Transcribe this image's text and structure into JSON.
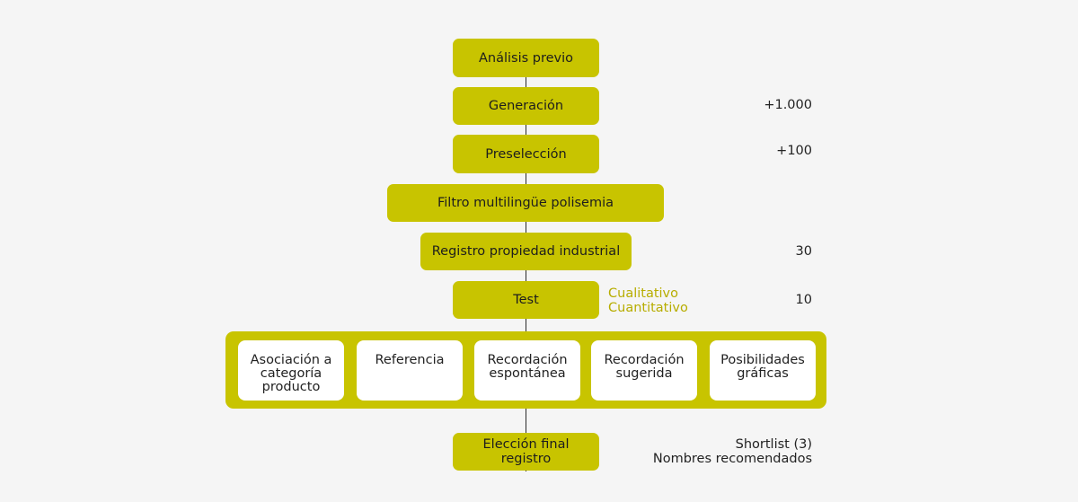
{
  "steps": {
    "analisis": "Análisis previo",
    "generacion": "Generación",
    "preseleccion": "Preselección",
    "filtro": "Filtro multilingüe polisemia",
    "registro": "Registro propiedad industrial",
    "test": "Test",
    "eleccion": [
      "Elección final",
      "registro"
    ]
  },
  "counts": {
    "generacion": "+1.000",
    "preseleccion": "+100",
    "registro": "30",
    "test": "10",
    "final": [
      "Shortlist (3)",
      "Nombres recomendados"
    ]
  },
  "test_types": [
    "Cualitativo",
    "Cuantitativo"
  ],
  "test_criteria": [
    [
      "Asociación a",
      "categoría",
      "producto"
    ],
    [
      "Referencia"
    ],
    [
      "Recordación",
      "espontánea"
    ],
    [
      "Recordación",
      "sugerida"
    ],
    [
      "Posibilidades",
      "gráficas"
    ]
  ],
  "colors": {
    "box": "#c8c400",
    "accent_text": "#b7ad00",
    "background": "#f5f5f5"
  }
}
